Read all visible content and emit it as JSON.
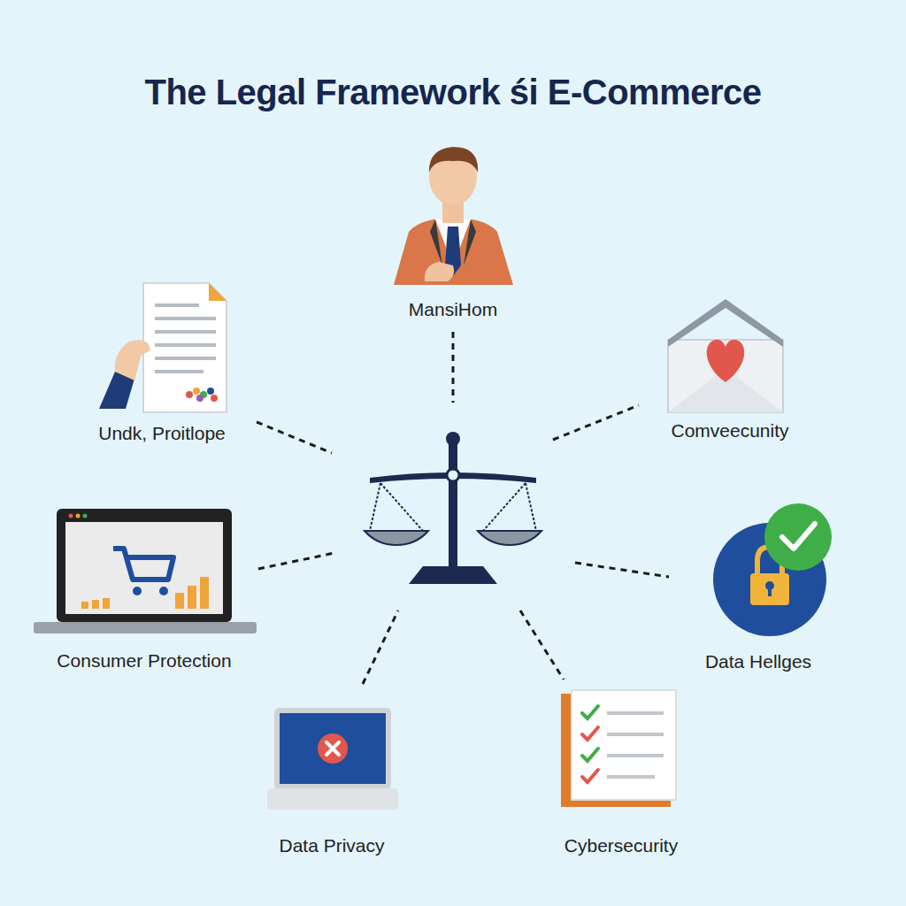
{
  "diagram": {
    "title": "The Legal Framework śi E-Commerce",
    "labels": [
      "MansiНom",
      "Undk, Proitlope",
      "Comveecunity",
      "Consumer Protection",
      "Data Hellges",
      "Data Privacy",
      "Cybersecurity"
    ]
  }
}
